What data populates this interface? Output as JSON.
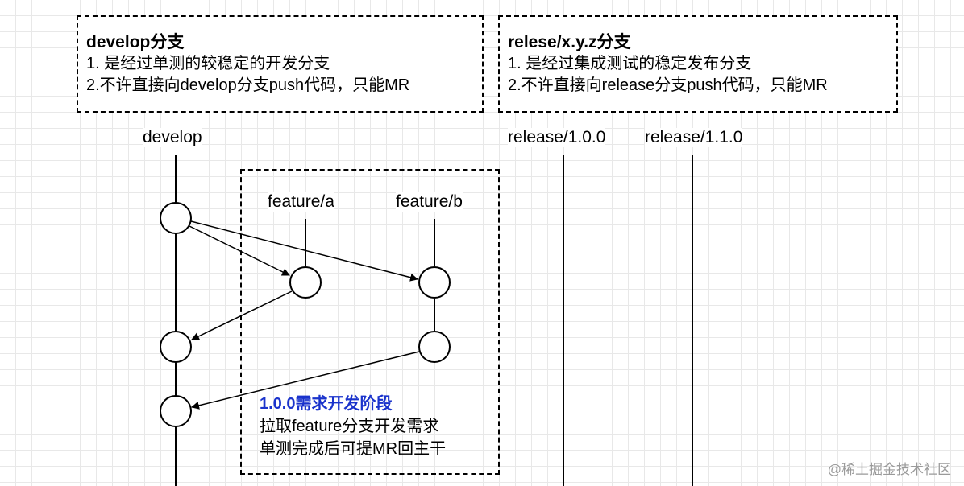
{
  "develop_box": {
    "title": "develop分支",
    "lines": [
      "1. 是经过单测的较稳定的开发分支",
      "2.不许直接向develop分支push代码，只能MR"
    ]
  },
  "release_box": {
    "title": "relese/x.y.z分支",
    "lines": [
      "1. 是经过集成测试的稳定发布分支",
      "2.不许直接向release分支push代码，只能MR"
    ]
  },
  "branches": {
    "develop": "develop",
    "release_1_0_0": "release/1.0.0",
    "release_1_1_0": "release/1.1.0",
    "feature_a": "feature/a",
    "feature_b": "feature/b"
  },
  "phase_note": {
    "title": "1.0.0需求开发阶段",
    "lines": [
      "拉取feature分支开发需求",
      "单测完成后可提MR回主干"
    ]
  },
  "colors": {
    "phase_title": "#1a33cc",
    "line": "#000000",
    "grid": "#e8e8e8"
  },
  "watermark": "@稀土掘金技术社区"
}
